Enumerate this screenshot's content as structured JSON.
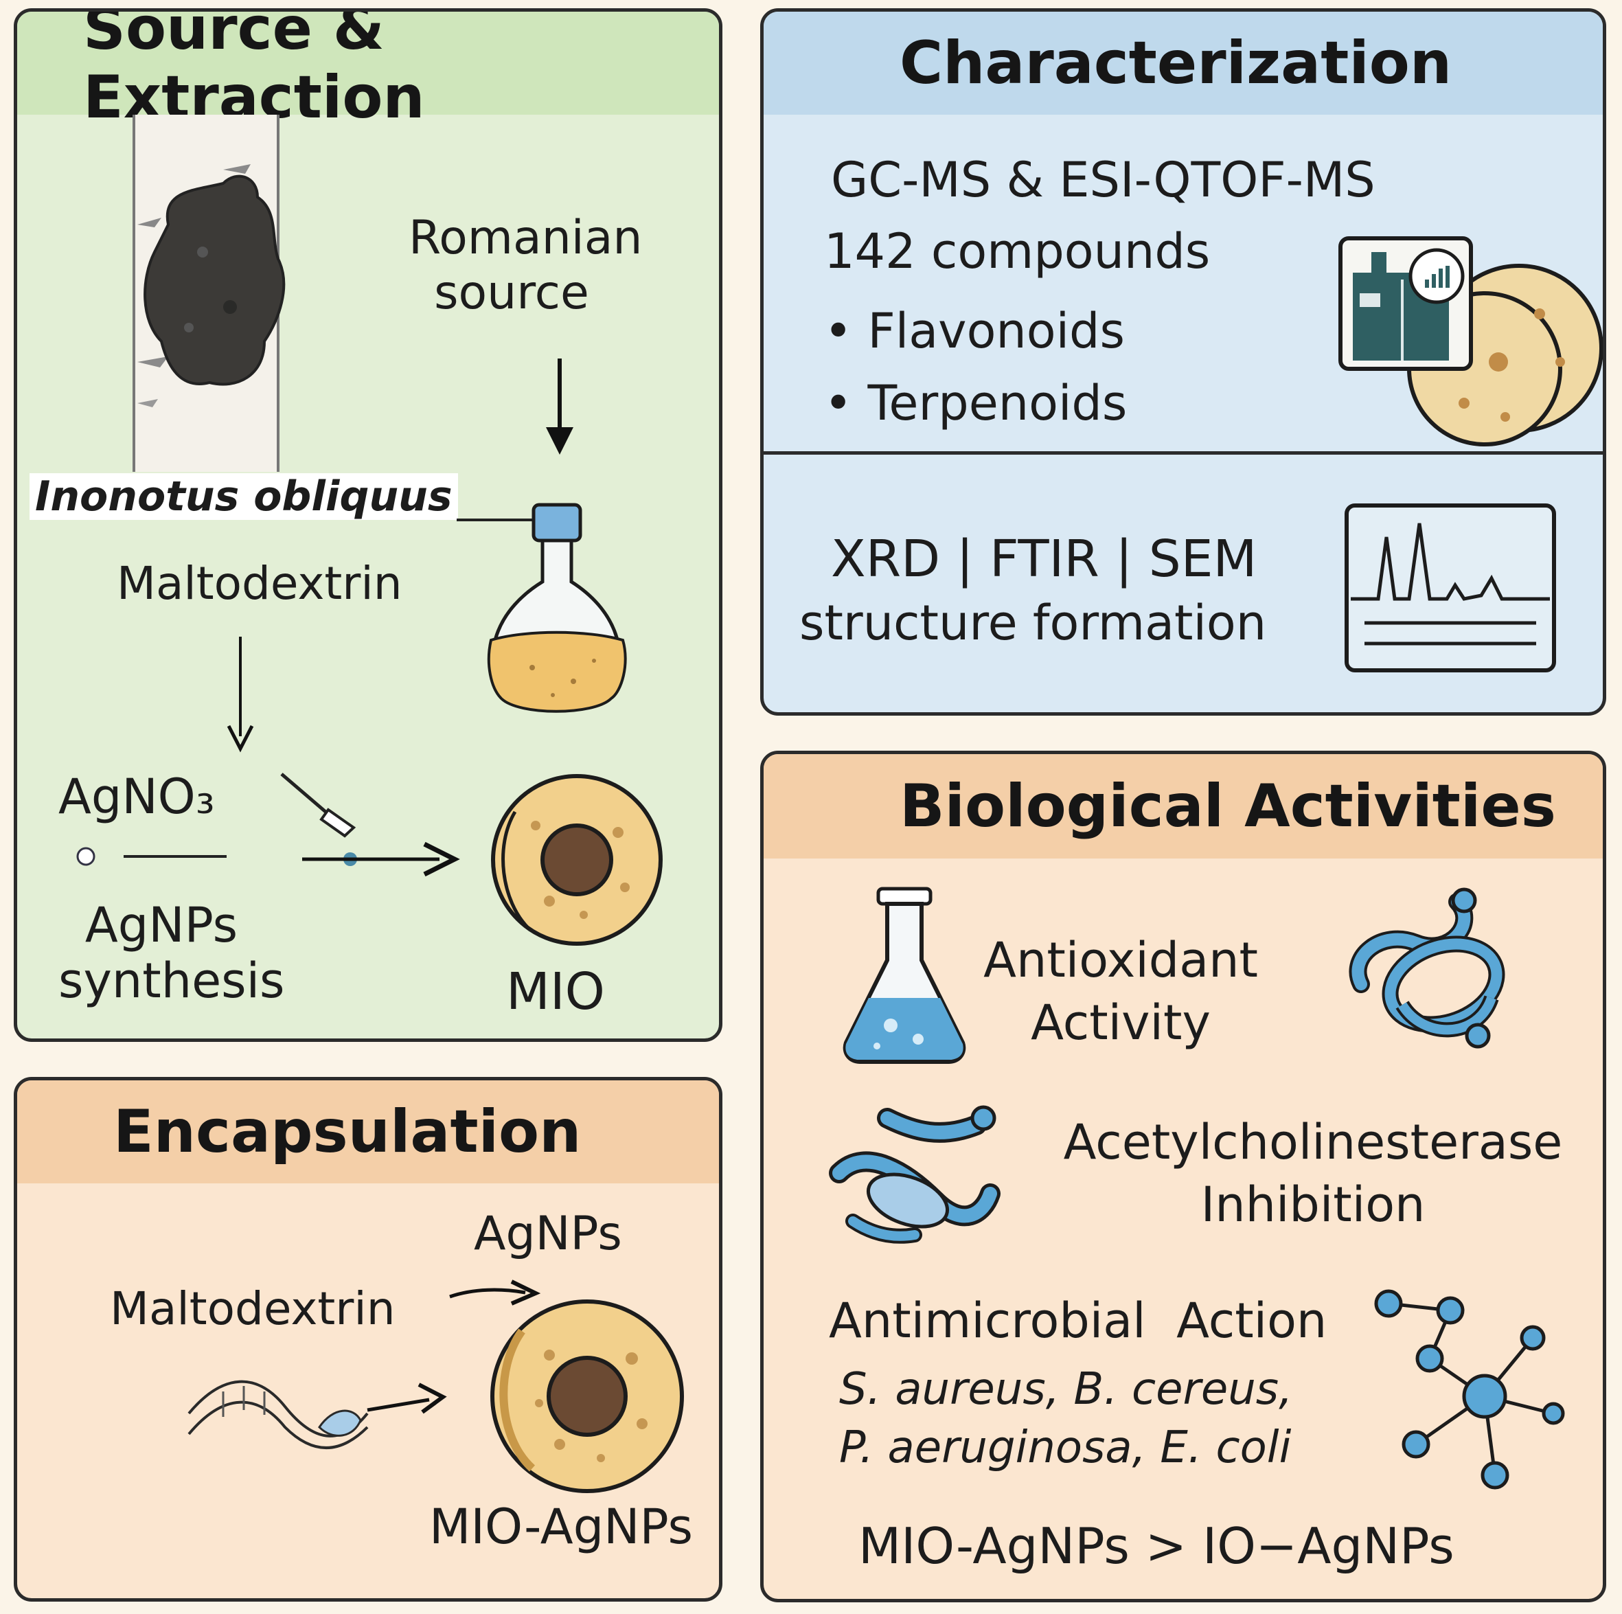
{
  "colors": {
    "source_bg": "#e3efd6",
    "source_head": "#cfe6bb",
    "char_bg": "#dae9f4",
    "char_head": "#bfd9ec",
    "enc_bg": "#fbe6d0",
    "enc_head": "#f4cfa8",
    "bio_bg": "#fbe6d0",
    "bio_head": "#f4cfa8",
    "accent_blue": "#5aa7d6",
    "particle_tan": "#f2d08c",
    "particle_core": "#6b4a33"
  },
  "source": {
    "title": "Source & Extraction",
    "romanian_line1": "Romanian",
    "romanian_line2": "source",
    "species": "Inonotus obliquus",
    "maltodextrin": "Maltodextrin",
    "agno3": "AgNO₃",
    "agnps_line1": "AgNPs",
    "agnps_line2": "synthesis",
    "mio": "MIO"
  },
  "characterization": {
    "title": "Characterization",
    "method": "GC-MS & ESI-QTOF-MS",
    "compounds": "142 compounds",
    "bullets": [
      "Flavonoids",
      "Terpenoids"
    ],
    "techniques": "XRD | FTIR | SEM",
    "structure": "structure formation"
  },
  "encapsulation": {
    "title": "Encapsulation",
    "agnps": "AgNPs",
    "maltodextrin": "Maltodextrin",
    "product": "MIO-AgNPs"
  },
  "biological": {
    "title": "Biological Activities",
    "antioxidant_line1": "Antioxidant",
    "antioxidant_line2": "Activity",
    "ache_line1": "Acetylcholinesterase",
    "ache_line2": "Inhibition",
    "antimicrobial": "Antimicrobial  Action",
    "microbes_line1": "S. aureus,  B. cereus,",
    "microbes_line2": "P. aeruginosa,  E. coli",
    "comparison": "MIO-AgNPs > IO−AgNPs"
  }
}
